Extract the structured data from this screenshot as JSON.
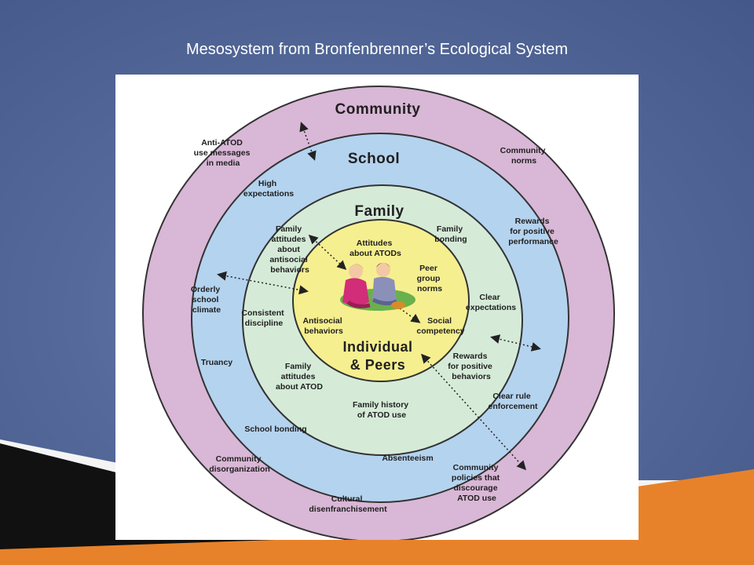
{
  "slide": {
    "title": "Mesosystem from Bronfenbrenner’s Ecological System"
  },
  "colors": {
    "background": "#556a9a",
    "community_ring": "#d9b7d6",
    "school_ring": "#b4d3ef",
    "family_ring": "#d5ebd8",
    "individual_core": "#f6ef8f",
    "accent_orange": "#e8822a",
    "accent_black": "#111111"
  },
  "diagram": {
    "community": {
      "title": "Community",
      "items": [
        [
          "Anti-ATOD",
          "use messages",
          "in media"
        ],
        [
          "Community",
          "norms"
        ],
        [
          "Rewards",
          "for positive",
          "performance"
        ],
        [
          "Clear rule",
          "enforcement"
        ],
        [
          "Community",
          "policies that",
          "discourage",
          "ATOD use"
        ],
        [
          "Cultural",
          "disenfranchisement"
        ],
        [
          "Community",
          "disorganization"
        ],
        [
          "Truancy"
        ],
        [
          "Orderly",
          "school",
          "climate"
        ]
      ]
    },
    "school": {
      "title": "School",
      "items": [
        [
          "High",
          "expectations"
        ],
        [
          "Clear",
          "expectations"
        ],
        [
          "Absenteeism"
        ],
        [
          "School bonding"
        ],
        [
          "Consistent",
          "discipline"
        ],
        [
          "Rewards",
          "for positive",
          "behaviors"
        ]
      ]
    },
    "family": {
      "title": "Family",
      "items": [
        [
          "Family",
          "attitudes",
          "about",
          "antisocial",
          "behaviors"
        ],
        [
          "Family",
          "bonding"
        ],
        [
          "Family",
          "attitudes",
          "about ATOD"
        ],
        [
          "Family history",
          "of ATOD use"
        ]
      ]
    },
    "individual": {
      "title_line1": "Individual",
      "title_line2": "& Peers",
      "items": [
        [
          "Attitudes",
          "about ATODs"
        ],
        [
          "Peer",
          "group",
          "norms"
        ],
        [
          "Antisocial",
          "behaviors"
        ],
        [
          "Social",
          "competency"
        ]
      ]
    },
    "center_icon": "two-children-sitting"
  }
}
